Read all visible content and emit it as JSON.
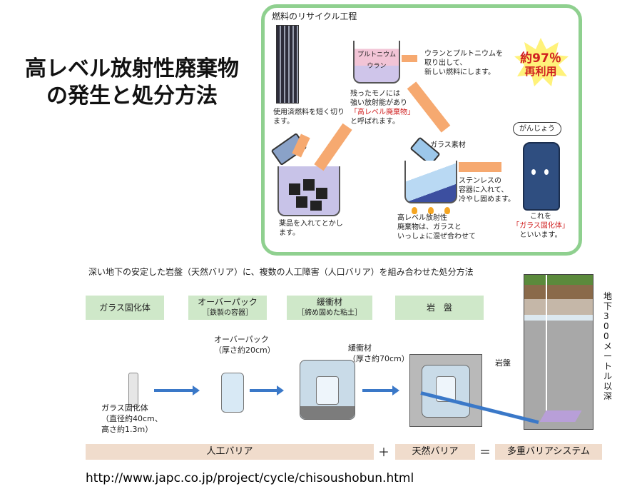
{
  "title_line1": "高レベル放射性廃棄物",
  "title_line2": "の発生と処分方法",
  "recycle": {
    "heading": "燃料のリサイクル工程",
    "spent_fuel_caption": "使用済燃料を短く切ります。",
    "dissolve_caption": "薬品を入れてとかします。",
    "tank_label_line1": "プルトニウム",
    "tank_label_line2": "ウラン",
    "extract_caption_line1": "ウランとプルトニウムを",
    "extract_caption_line2": "取り出して、",
    "extract_caption_line3": "新しい燃料にします。",
    "reuse_badge_line1": "約97％",
    "reuse_badge_line2": "再利用",
    "residue_line1": "残ったモノには",
    "residue_line2": "強い放射能があり",
    "residue_line3": "「高レベル廃棄物」",
    "residue_line4": "と呼ばれます。",
    "glass_material": "ガラス素材",
    "mix_caption_line1": "高レベル放射性",
    "mix_caption_line2": "廃棄物は、ガラスと",
    "mix_caption_line3": "いっしょに混ぜ合わせて",
    "steel_caption_line1": "ステンレスの",
    "steel_caption_line2": "容器に入れて、",
    "steel_caption_line3": "冷やし固めます。",
    "speech": "がんじょう",
    "vitrified_line1": "これを",
    "vitrified_line2": "「ガラス固化体」",
    "vitrified_line3": "といいます。"
  },
  "disposal": {
    "intro": "深い地下の安定した岩盤（天然バリア）に、複数の人工障害（人口バリア）を組み合わせた処分方法",
    "headers": [
      {
        "label": "ガラス固化体",
        "sub": ""
      },
      {
        "label": "オーバーパック",
        "sub": "［鉄製の容器］"
      },
      {
        "label": "緩衝材",
        "sub": "［締め固めた粘土］"
      },
      {
        "label": "岩　盤",
        "sub": ""
      }
    ],
    "glass_line1": "ガラス固化体",
    "glass_line2": "（直径約40cm、",
    "glass_line3": "高さ約1.3m）",
    "overpack_line1": "オーバーパック",
    "overpack_line2": "（厚さ約20cm）",
    "buffer_line1": "緩衝材",
    "buffer_line2": "（厚さ約70cm）",
    "rock": "岩盤",
    "depth": "地下300メートル以深",
    "artificial": "人工バリア",
    "plus": "＋",
    "natural": "天然バリア",
    "equals": "＝",
    "system": "多重バリアシステム"
  },
  "url": "http://www.japc.co.jp/project/cycle/chisoushobun.html",
  "colors": {
    "frame": "#8fd08f",
    "arrow": "#f6a970",
    "header": "#cfe8c9",
    "barrier": "#f0dccc",
    "blue_arrow": "#3a78c8"
  }
}
